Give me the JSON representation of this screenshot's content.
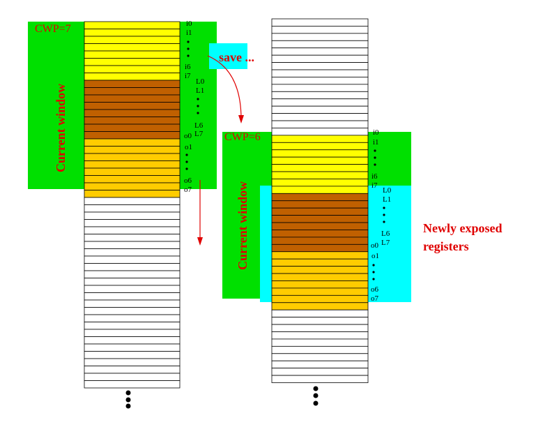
{
  "colors": {
    "input_fill": "#ffff00",
    "local_fill": "#c06000",
    "output_fill": "#ffcc00",
    "window_green": "#00e000",
    "newly_exposed_cyan": "#00ffff",
    "annotation_red": "#e00000",
    "register_line": "#000000"
  },
  "left_window": {
    "cwp_label": "CWP=7",
    "window_label": "Current window",
    "in_labels": [
      "i0",
      "i1",
      "i6",
      "i7"
    ],
    "local_labels": [
      "L0",
      "L1",
      "L6",
      "L7"
    ],
    "out_labels": [
      "o0",
      "o1",
      "o6",
      "o7"
    ]
  },
  "right_window": {
    "cwp_label": "CWP=6",
    "window_label": "Current window",
    "in_labels": [
      "i0",
      "i1",
      "i6",
      "i7"
    ],
    "local_labels": [
      "L0",
      "L1",
      "L6",
      "L7"
    ],
    "out_labels": [
      "o0",
      "o1",
      "o6",
      "o7"
    ]
  },
  "save_label": "save ...",
  "newly_exposed_label": [
    "Newly exposed",
    "registers"
  ],
  "icons": [
    "down-arrow-icon",
    "curved-arrow-icon",
    "ellipsis-dots-icon"
  ]
}
